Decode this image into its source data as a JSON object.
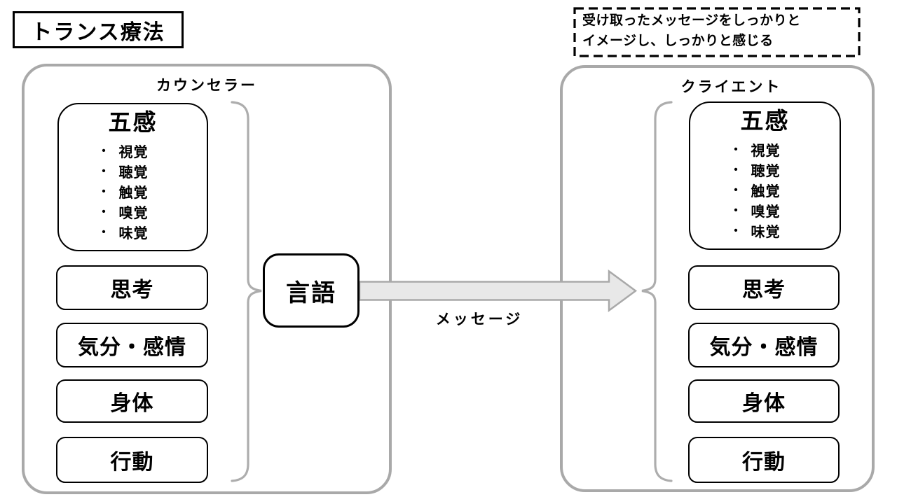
{
  "page_title": "トランス療法",
  "note": {
    "line1": "受け取ったメッセージをしっかりと",
    "line2": "イメージし、しっかりと感じる"
  },
  "bullet_glyph": "•",
  "counselor": {
    "label": "カウンセラー",
    "senses": {
      "title": "五感",
      "items": [
        "視覚",
        "聴覚",
        "触覚",
        "嗅覚",
        "味覚"
      ]
    },
    "boxes": [
      "思考",
      "気分・感情",
      "身体",
      "行動"
    ]
  },
  "client": {
    "label": "クライエント",
    "senses": {
      "title": "五感",
      "items": [
        "視覚",
        "聴覚",
        "触覚",
        "嗅覚",
        "味覚"
      ]
    },
    "boxes": [
      "思考",
      "気分・感情",
      "身体",
      "行動"
    ]
  },
  "connector": {
    "language": "言語",
    "message": "メッセージ"
  },
  "colors": {
    "outline_gray": "#a9a9a9",
    "brace_gray": "#adadad",
    "arrow_fill": "#e8e8e8",
    "box_outline": "#000000",
    "background": "#ffffff"
  }
}
